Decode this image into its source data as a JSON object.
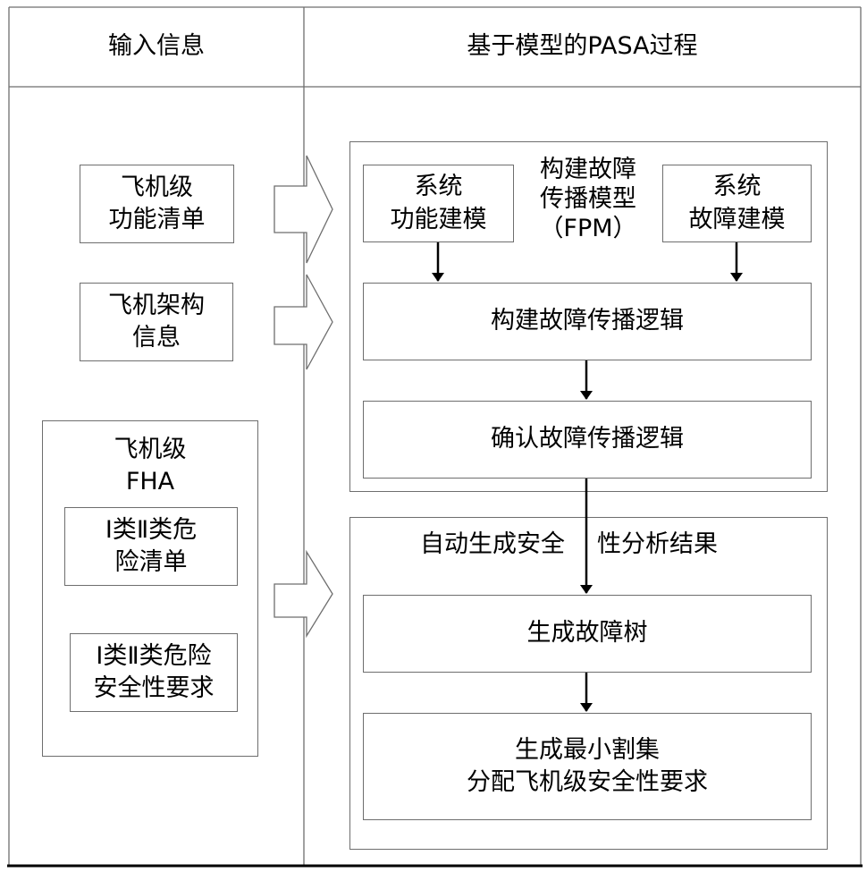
{
  "columns": {
    "input_header": "输入信息",
    "process_header": "基于模型的PASA过程"
  },
  "inputs": {
    "aircraft_function_list": "飞机级\n功能清单",
    "aircraft_architecture": "飞机架构\n信息",
    "fha_group_title": "飞机级\nFHA",
    "hazard_list": "Ⅰ类Ⅱ类危\n险清单",
    "safety_requirements": "Ⅰ类Ⅱ类危险\n安全性要求"
  },
  "fpm_group": {
    "title": "构建故障\n传播模型\n（FPM）",
    "system_function_modeling": "系统\n功能建模",
    "system_fault_modeling": "系统\n故障建模",
    "build_propagation_logic": "构建故障传播逻辑",
    "confirm_propagation_logic": "确认故障传播逻辑"
  },
  "analysis_group": {
    "title_part1": "自动生成安全",
    "title_part2": "性分析结果",
    "generate_fault_tree": "生成故障树",
    "min_cut_sets": "生成最小割集\n分配飞机级安全性要求"
  }
}
